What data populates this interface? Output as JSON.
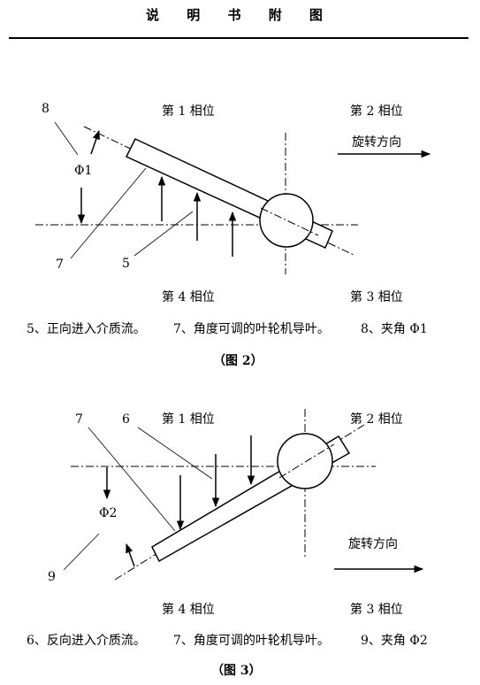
{
  "page": {
    "title": "说 明 书 附 图"
  },
  "fig2": {
    "phase1": "第 1 相位",
    "phase2": "第 2 相位",
    "phase3": "第 3 相位",
    "phase4": "第 4 相位",
    "rotation": "旋转方向",
    "angle": "Φ1",
    "ref8": "8",
    "ref7": "7",
    "ref5": "5",
    "caption_items": [
      "5、正向进入介质流。",
      "7、角度可调的叶轮机导叶。",
      "8、夹角 Φ1"
    ],
    "figure_label": "（图 2）"
  },
  "fig3": {
    "phase1": "第 1 相位",
    "phase2": "第 2 相位",
    "phase3": "第 3 相位",
    "phase4": "第 4 相位",
    "rotation": "旋转方向",
    "angle": "Φ2",
    "ref7": "7",
    "ref6": "6",
    "ref9": "9",
    "caption_items": [
      "6、反向进入介质流。",
      "7、角度可调的叶轮机导叶。",
      "9、夹角 Φ2"
    ],
    "figure_label": "（图 3）"
  }
}
